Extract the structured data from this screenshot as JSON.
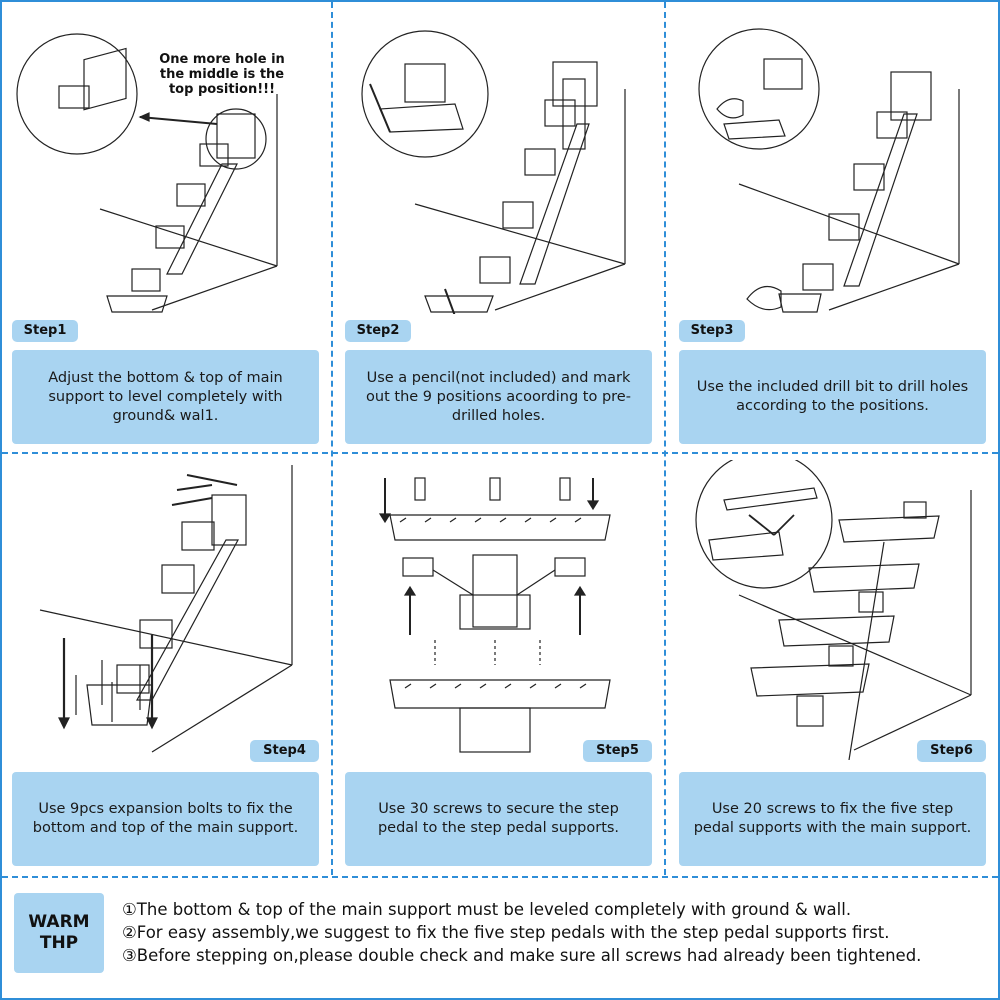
{
  "steps": [
    {
      "badge": "Step1",
      "text": "Adjust the bottom & top of main support to level completely with ground& wal1."
    },
    {
      "badge": "Step2",
      "text": "Use a pencil(not included) and mark out the 9 positions acoording to pre-drilled holes."
    },
    {
      "badge": "Step3",
      "text": "Use the included drill bit to drill holes according to the positions."
    },
    {
      "badge": "Step4",
      "text": "Use 9pcs expansion bolts to fix the bottom and top of the main support."
    },
    {
      "badge": "Step5",
      "text": "Use 30 screws to secure the step pedal to the step pedal supports."
    },
    {
      "badge": "Step6",
      "text": "Use 20 screws to fix the five step pedal supports with the main support."
    }
  ],
  "callout": "One more hole in the middle is the top position!!!",
  "warm_tip": {
    "label": "WARM THP",
    "items": [
      "①The bottom & top of the main support must be leveled completely with ground & wall.",
      "②For easy assembly,we suggest to fix the five step pedals with the step pedal supports first.",
      "③Before stepping on,please double check and make sure all screws had already been tightened."
    ]
  },
  "colors": {
    "accent": "#2f8ed8",
    "panel": "#a9d4f1"
  }
}
